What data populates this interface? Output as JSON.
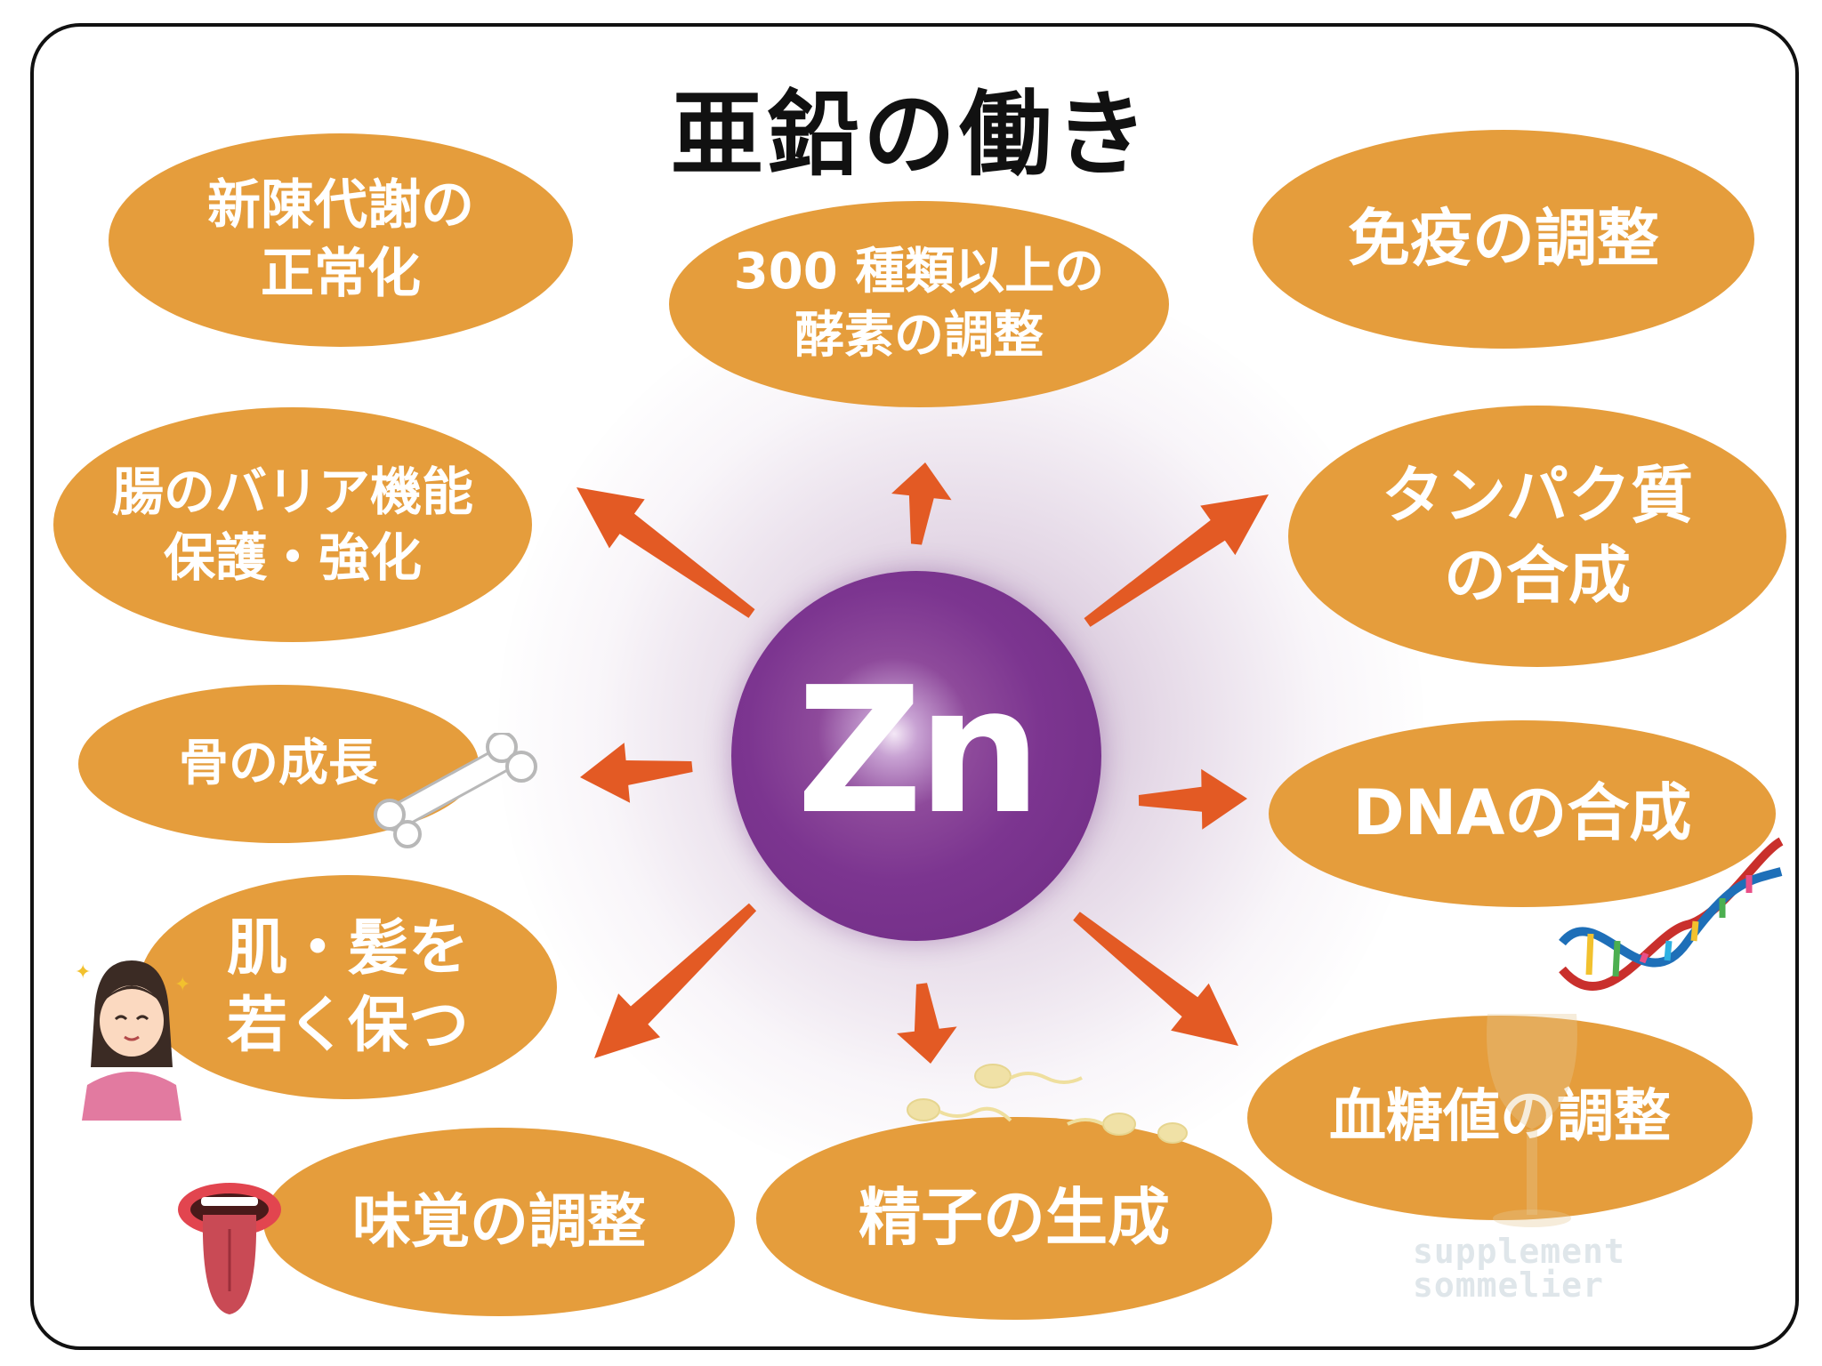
{
  "title": "亜鉛の働き",
  "center": {
    "label": "Zn"
  },
  "functions": [
    {
      "id": "metabolism",
      "lines": [
        "新陳代謝の",
        "正常化"
      ]
    },
    {
      "id": "enzyme",
      "lines": [
        "300 種類以上の",
        "酵素の調整"
      ]
    },
    {
      "id": "immune",
      "lines": [
        "免疫の調整"
      ]
    },
    {
      "id": "gut",
      "lines": [
        "腸のバリア機能",
        "保護・強化"
      ]
    },
    {
      "id": "protein",
      "lines": [
        "タンパク質",
        "の合成"
      ]
    },
    {
      "id": "bone",
      "lines": [
        "骨の成長"
      ]
    },
    {
      "id": "dna",
      "lines": [
        "DNAの合成"
      ]
    },
    {
      "id": "skin",
      "lines": [
        "肌・髪を",
        "若く保つ"
      ]
    },
    {
      "id": "blood-sugar",
      "lines": [
        "血糖値の調整"
      ]
    },
    {
      "id": "taste",
      "lines": [
        "味覚の調整"
      ]
    },
    {
      "id": "sperm",
      "lines": [
        "精子の生成"
      ]
    }
  ],
  "watermark": [
    "supplement",
    "sommelier"
  ],
  "colors": {
    "bubble": "#e59d3c",
    "arrow": "#e35a24",
    "sphere": "#7c3590",
    "frame": "#111111"
  },
  "icons": [
    "bone-icon",
    "dna-icon",
    "woman-icon",
    "tongue-icon",
    "sperm-icon",
    "wine-glass-icon"
  ]
}
